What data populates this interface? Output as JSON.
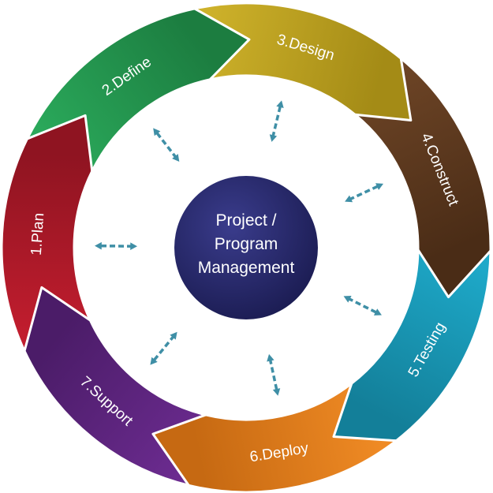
{
  "hub": {
    "lines": [
      "Project /",
      "Program",
      "Management"
    ]
  },
  "phases": [
    {
      "label": "1.Plan",
      "color": "#c11d2e",
      "dark": "#8f1421"
    },
    {
      "label": "2.Define",
      "color": "#2aa85a",
      "dark": "#1c7d40"
    },
    {
      "label": "3.Design",
      "color": "#cdb12a",
      "dark": "#a48b16"
    },
    {
      "label": "4.Construct",
      "color": "#6b4325",
      "dark": "#4a2c16"
    },
    {
      "label": "5.Testing",
      "color": "#1ea9c9",
      "dark": "#137f99"
    },
    {
      "label": "6.Deploy",
      "color": "#ef8a24",
      "dark": "#c66912"
    },
    {
      "label": "7.Support",
      "color": "#6b2b8f",
      "dark": "#4b1c68"
    }
  ],
  "colors": {
    "hub": "#232466",
    "arrow": "#3f8fa6",
    "background": "#ffffff"
  }
}
